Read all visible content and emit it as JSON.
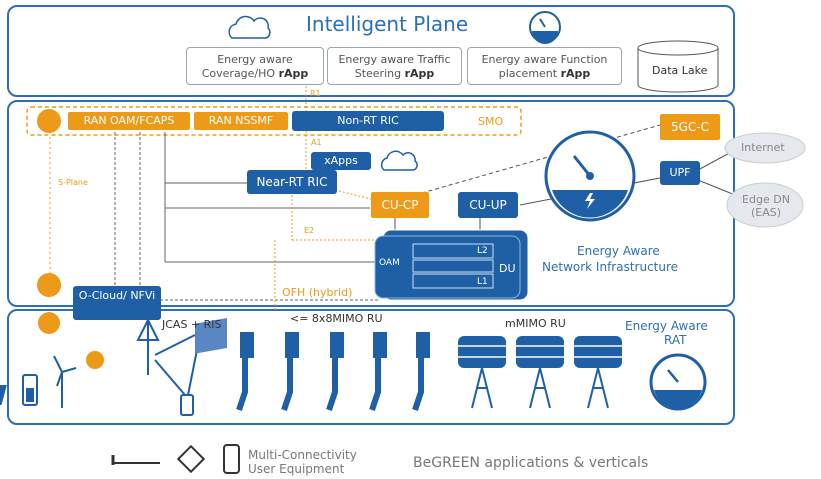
{
  "intelligent_plane": {
    "title": "Intelligent Plane",
    "rapps": [
      {
        "line1": "Energy aware",
        "line2_pre": "Coverage/HO ",
        "line2_bold": "rApp"
      },
      {
        "line1": "Energy aware Traffic",
        "line2_pre": "Steering ",
        "line2_bold": "rApp"
      },
      {
        "line1": "Energy aware Function",
        "line2_pre": "placement ",
        "line2_bold": "rApp"
      }
    ],
    "data_lake": "Data Lake",
    "r1_label": "R1"
  },
  "network": {
    "ran_oam": "RAN OAM/FCAPS",
    "ran_nssmf": "RAN NSSMF",
    "non_rt_ric": "Non-RT RIC",
    "smo": "SMO",
    "a1_label": "A1",
    "xapps": "xApps",
    "near_rt_ric": "Near-RT RIC",
    "cu_cp": "CU-CP",
    "cu_up": "CU-UP",
    "e2_label": "E2",
    "oam": "OAM",
    "l2": "L2",
    "l1": "L1",
    "du": "DU",
    "ofh": "OFH (hybrid)",
    "s_plane": "S-Plane",
    "o_cloud": "O-Cloud/ NFVi",
    "fgc": "5GC-C",
    "upf": "UPF",
    "internet": "Internet",
    "edge_dn": "Edge DN (EAS)",
    "ea_infra_line1": "Energy Aware",
    "ea_infra_line2": "Network Infrastructure"
  },
  "rat": {
    "jcas": "JCAS + RIS",
    "mimo_ru": "<= 8x8MIMO RU",
    "mmimo_ru": "mMIMO RU",
    "ea_rat_line1": "Energy Aware",
    "ea_rat_line2": "RAT"
  },
  "footer": {
    "ue_line1": "Multi-Connectivity",
    "ue_line2": "User Equipment",
    "begreen": "BeGREEN applications & verticals"
  },
  "colors": {
    "blue": "#1f5fa6",
    "orange": "#ed9a18",
    "border": "#2a6fb8"
  }
}
